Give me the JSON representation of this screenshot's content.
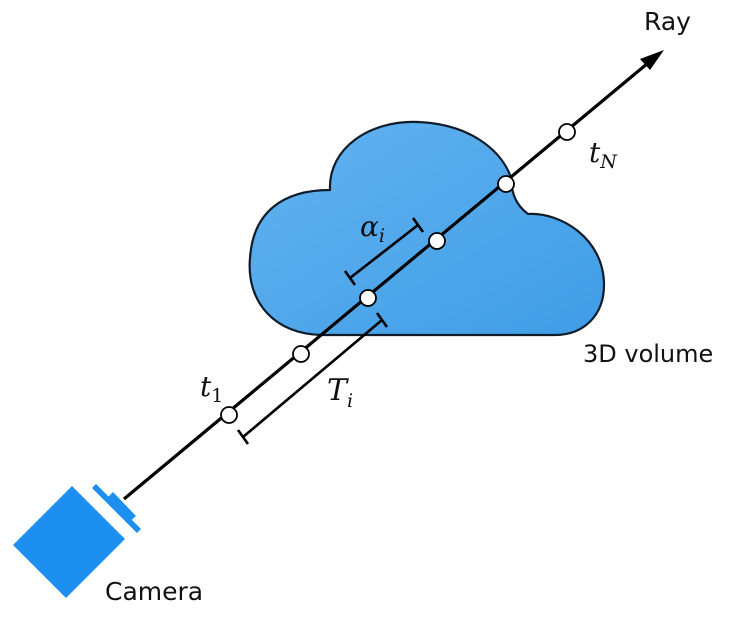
{
  "labels": {
    "ray": "Ray",
    "volume": "3D volume",
    "camera": "Camera",
    "t_1": {
      "base": "t",
      "sub": "1"
    },
    "t_N": {
      "base": "t",
      "sub": "N"
    },
    "alpha_i": {
      "base": "α",
      "sub": "i"
    },
    "T_i": {
      "base": "T",
      "sub": "i"
    }
  },
  "colors": {
    "cloud_fill": "#3f9de6",
    "cloud_fill_light": "#63b3f0",
    "cloud_outline": "#0f1c2a",
    "camera": "#1c8ff0",
    "ray": "#000000",
    "sample_point_fill": "#ffffff"
  }
}
